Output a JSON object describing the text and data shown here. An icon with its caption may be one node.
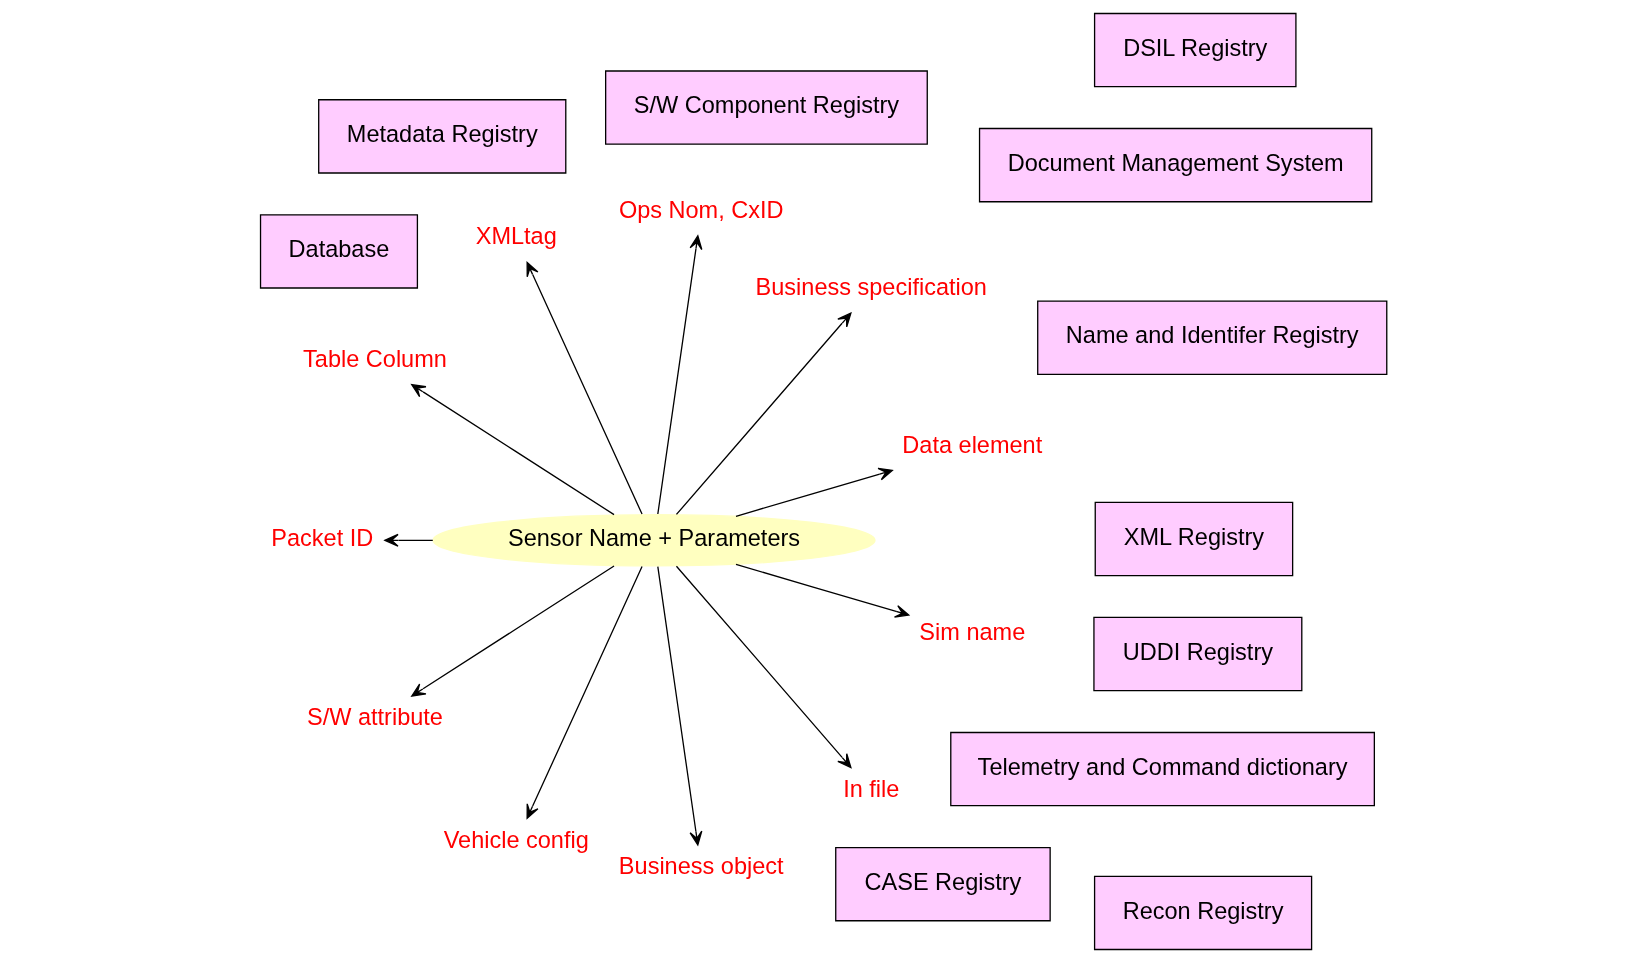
{
  "diagram": {
    "nodes": [
      {
        "text": [
          "Sensor Name + Parameters"
        ]
      },
      {
        "text": [
          "Metadata Registry"
        ]
      },
      {
        "text": [
          "UDDI Registry"
        ]
      },
      {
        "text": [
          "Name and Identifer Registry"
        ]
      },
      {
        "text": [
          "XML Registry"
        ]
      },
      {
        "text": [
          "Database"
        ]
      },
      {
        "text": [
          "Telemetry and Command dictionary"
        ]
      },
      {
        "text": [
          "CASE Registry"
        ]
      },
      {
        "text": [
          "Recon Registry"
        ]
      },
      {
        "text": [
          "S/W Component Registry"
        ]
      },
      {
        "text": [
          "DSIL Registry"
        ]
      },
      {
        "text": [
          "Document Management System"
        ]
      },
      {
        "text": [
          "Data element"
        ]
      },
      {
        "text": [
          "Business specification"
        ]
      },
      {
        "text": [
          "Ops Nom, CxID"
        ]
      },
      {
        "text": [
          "XMLtag"
        ]
      },
      {
        "text": [
          "Table Column"
        ]
      },
      {
        "text": [
          "Packet ID"
        ]
      },
      {
        "text": [
          "S/W attribute"
        ]
      },
      {
        "text": [
          "Vehicle config"
        ]
      },
      {
        "text": [
          "Business object"
        ]
      },
      {
        "text": [
          "In file"
        ]
      },
      {
        "text": [
          "Sim name"
        ]
      }
    ],
    "edges": [
      {
        "from": 0,
        "to": 12,
        "arrow": "to"
      },
      {
        "from": 0,
        "to": 13,
        "arrow": "to"
      },
      {
        "from": 0,
        "to": 14,
        "arrow": "to"
      },
      {
        "from": 0,
        "to": 15,
        "arrow": "to"
      },
      {
        "from": 0,
        "to": 16,
        "arrow": "to"
      },
      {
        "from": 0,
        "to": 17,
        "arrow": "to"
      },
      {
        "from": 0,
        "to": 18,
        "arrow": "to"
      },
      {
        "from": 0,
        "to": 19,
        "arrow": "to"
      },
      {
        "from": 0,
        "to": 20,
        "arrow": "to"
      },
      {
        "from": 0,
        "to": 21,
        "arrow": "to"
      },
      {
        "from": 0,
        "to": 22,
        "arrow": "to"
      }
    ]
  }
}
